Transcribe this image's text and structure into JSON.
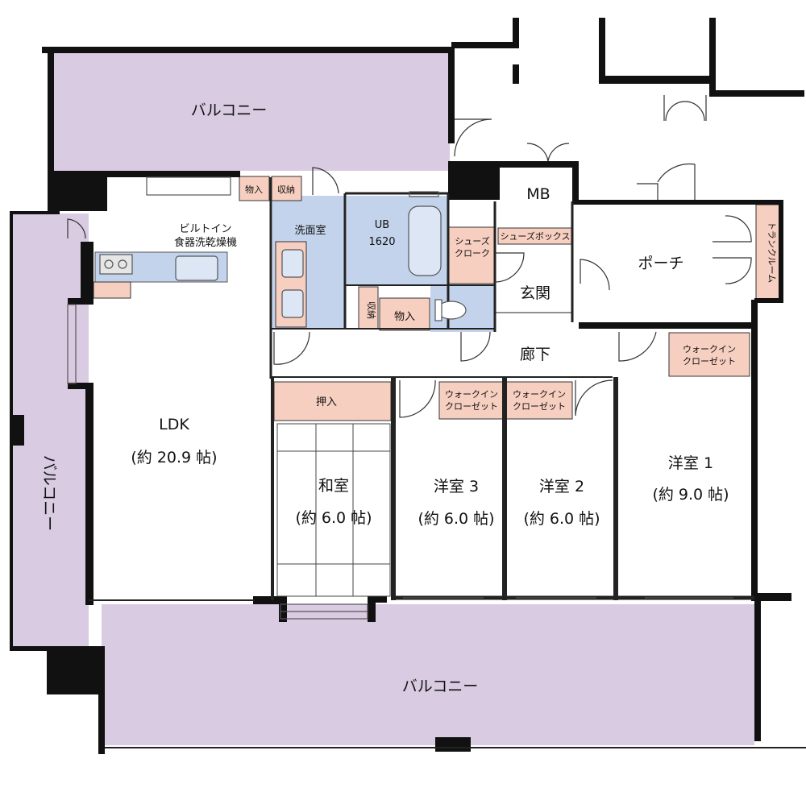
{
  "colors": {
    "balcony": "#d8cbe2",
    "wet_area": "#c3d3ec",
    "storage": "#f7cfc0",
    "wall": "#111111"
  },
  "rooms": {
    "balcony_top": "バルコニー",
    "balcony_left": "バルコニー",
    "balcony_bottom": "バルコニー",
    "ldk": "LDK",
    "ldk_size": "(約 20.9 帖)",
    "dishwasher_line1": "ビルトイン",
    "dishwasher_line2": "食器洗乾燥機",
    "storage_top1": "物入",
    "storage_top2": "収納",
    "washroom": "洗面室",
    "ub": "UB",
    "ub_size": "1620",
    "shoes_cloak_line1": "シューズ",
    "shoes_cloak_line2": "クローク",
    "shoes_box": "シューズボックス",
    "mb": "MB",
    "porch": "ポーチ",
    "trunk_room": "トランクルーム",
    "entrance": "玄関",
    "small_storage": "収納",
    "storage_mid": "物入",
    "hallway": "廊下",
    "wic_line1": "ウォークイン",
    "wic_line2": "クローゼット",
    "oshiire": "押入",
    "washitsu": "和室",
    "washitsu_size": "(約 6.0 帖)",
    "youshitsu3": "洋室 3",
    "youshitsu3_size": "(約 6.0 帖)",
    "youshitsu2": "洋室 2",
    "youshitsu2_size": "(約 6.0 帖)",
    "youshitsu1": "洋室 1",
    "youshitsu1_size": "(約 9.0 帖)"
  }
}
